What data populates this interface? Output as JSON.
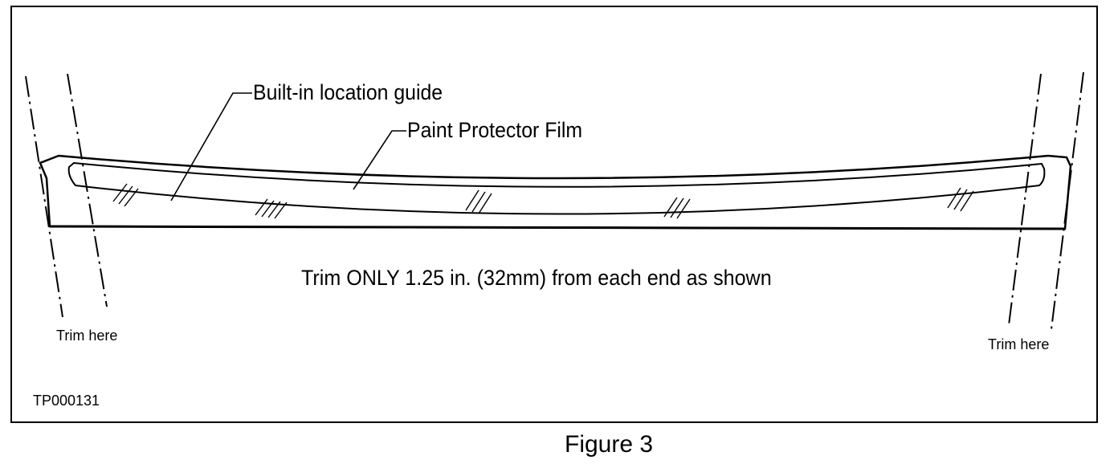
{
  "diagram": {
    "labels": {
      "location_guide": "Built-in location guide",
      "film": "Paint Protector Film",
      "instruction": "Trim ONLY 1.25 in. (32mm) from each end as shown",
      "trim_left": "Trim here",
      "trim_right": "Trim here",
      "part_code": "TP000131"
    },
    "caption": "Figure 3"
  }
}
